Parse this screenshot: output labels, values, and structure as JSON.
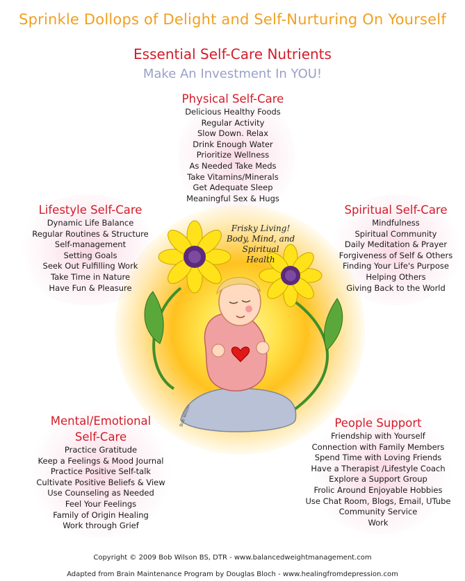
{
  "header": {
    "title": "Sprinkle Dollops of Delight and Self-Nurturing On Yourself",
    "subtitle": "Essential Self-Care Nutrients",
    "tagline": "Make An Investment In YOU!"
  },
  "physical": {
    "title": "Physical Self-Care",
    "items": [
      "Delicious Healthy Foods",
      "Regular Activity",
      "Slow Down. Relax",
      "Drink Enough Water",
      "Prioritize Wellness",
      "As Needed Take Meds",
      "Take Vitamins/Minerals",
      "Get Adequate Sleep",
      "Meaningful Sex & Hugs"
    ]
  },
  "lifestyle": {
    "title": "Lifestyle Self-Care",
    "items": [
      "Dynamic Life Balance",
      "Regular Routines & Structure",
      "Self-management",
      "Setting Goals",
      "Seek Out Fulfilling Work",
      "Take Time in Nature",
      "Have Fun & Pleasure"
    ]
  },
  "spiritual": {
    "title": "Spiritual Self-Care",
    "items": [
      "Mindfulness",
      "Spiritual Community",
      "Daily Meditation & Prayer",
      "Forgiveness of Self & Others",
      "Finding Your Life's Purpose",
      "Helping Others",
      "Giving Back to the World"
    ]
  },
  "mental": {
    "title_line1": "Mental/Emotional",
    "title_line2": "Self-Care",
    "items": [
      "Practice Gratitude",
      "Keep a Feelings & Mood Journal",
      "Practice Positive Self-talk",
      "Cultivate Positive Beliefs & View",
      "Use Counseling as Needed",
      "Feel Your Feelings",
      "Family of Origin Healing",
      "Work through Grief"
    ]
  },
  "people": {
    "title": "People Support",
    "items": [
      "Friendship with Yourself",
      "Connection with Family Members",
      "Spend Time with Loving Friends",
      "Have a Therapist /Lifestyle Coach",
      "Explore a Support Group",
      "Frolic Around Enjoyable Hobbies",
      "Use Chat Room, Blogs, Email, UTube",
      "Community Service",
      "Work"
    ]
  },
  "illustration": {
    "bubble_text": [
      "Frisky Living!",
      "Body, Mind, and",
      "Spiritual",
      "Health"
    ],
    "signature": "Bob Wilson"
  },
  "footer": {
    "copyright": "Copyright © 2009 Bob Wilson BS, DTR - www.balancedweightmanagement.com",
    "adapted": "Adapted from Brain Maintenance Program by Douglas Bloch - www.healingfromdepression.com"
  },
  "colors": {
    "title": "#f0a020",
    "heading": "#d11d2a",
    "tagline": "#9aa0c8",
    "sun": "#ffc21f"
  }
}
